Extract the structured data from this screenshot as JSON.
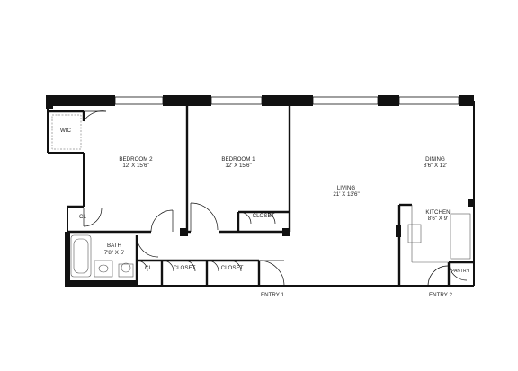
{
  "rooms": {
    "wic": {
      "name": "WIC"
    },
    "bedroom2": {
      "name": "BEDROOM 2",
      "size": "12' X 15'6\""
    },
    "bedroom1": {
      "name": "BEDROOM 1",
      "size": "12' X 15'6\""
    },
    "living": {
      "name": "LIVING",
      "size": "21' X 13'6\""
    },
    "dining": {
      "name": "DINING",
      "size": "8'6\" X 12'"
    },
    "kitchen": {
      "name": "KITCHEN",
      "size": "8'6\" X 9'"
    },
    "bath": {
      "name": "BATH",
      "size": "7'8\" X 5'"
    },
    "cl_bedroom2": {
      "name": "CL"
    },
    "cl_hall": {
      "name": "CL"
    },
    "closet_bedroom1": {
      "name": "CLOSET"
    },
    "closet_hall_1": {
      "name": "CLOSET"
    },
    "closet_hall_2": {
      "name": "CLOSET"
    },
    "pantry": {
      "name": "PANTRY"
    }
  },
  "entries": {
    "entry1": "ENTRY 1",
    "entry2": "ENTRY 2"
  },
  "colors": {
    "wall": "#111111",
    "window": "#ffffff",
    "fixture": "#555555"
  }
}
